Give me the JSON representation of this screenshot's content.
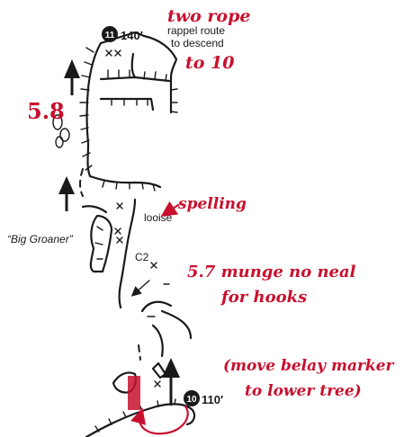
{
  "anchors": [
    {
      "number": "11",
      "height": "140′",
      "note": "rappel route to descend",
      "note_lines": [
        "rappel route",
        "to descend"
      ]
    },
    {
      "number": "10",
      "height": "110′"
    }
  ],
  "labels": {
    "big_groaner": "“Big Groaner”",
    "loose": "looise",
    "c2": "C2"
  },
  "annotations": {
    "two_rope": [
      "two rope",
      "to 10"
    ],
    "spelling": "spelling",
    "grade_58": "5.8",
    "munge": [
      "5.7 munge no neal",
      "for hooks"
    ],
    "belay": [
      "(move belay marker",
      "to lower tree)"
    ]
  },
  "colors": {
    "ink": "#1a1a1a",
    "annotation": "#c8102e"
  },
  "icons": [
    "tree-icon",
    "anchor-marker-icon",
    "bolt-x-icon",
    "arrow-icon"
  ]
}
